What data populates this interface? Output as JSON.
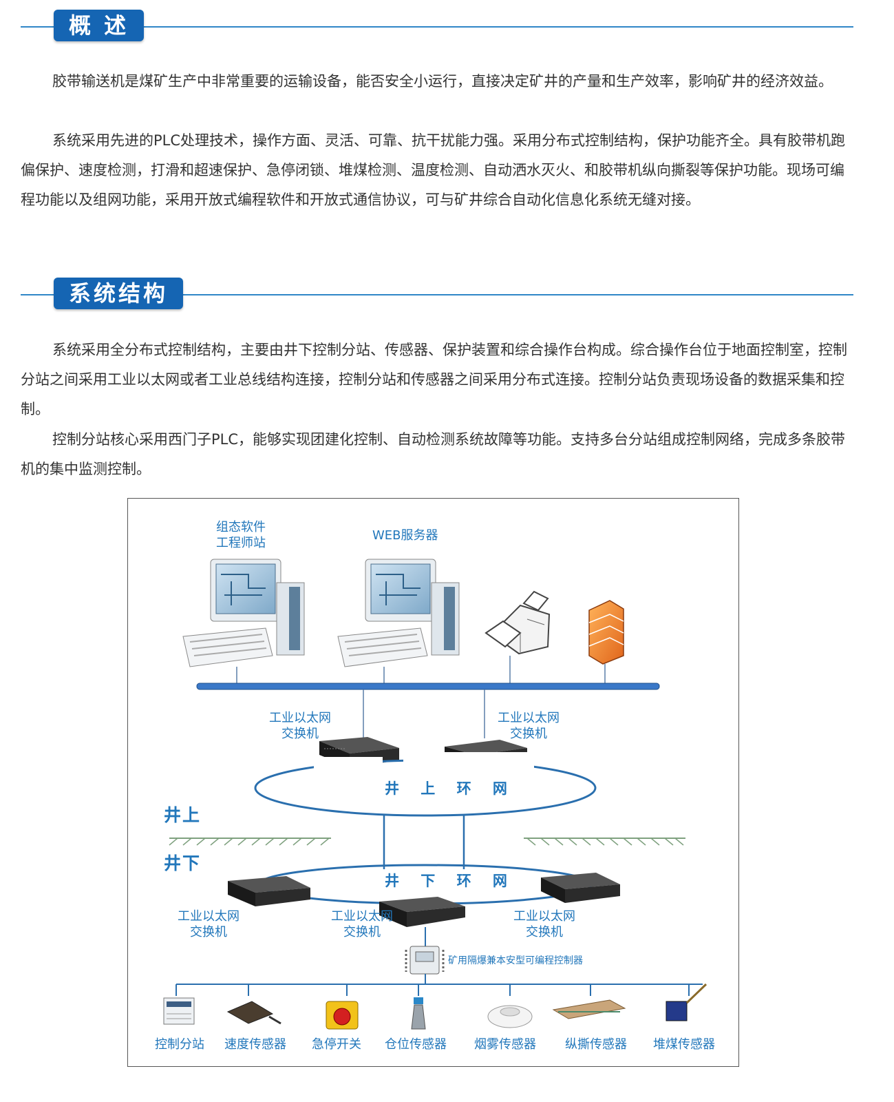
{
  "sections": {
    "overview": {
      "title": "概 述",
      "p1": "胶带输送机是煤矿生产中非常重要的运输设备，能否安全小运行，直接决定矿井的产量和生产效率，影响矿井的经济效益。",
      "p2": "系统采用先进的PLC处理技术，操作方面、灵活、可靠、抗干扰能力强。采用分布式控制结构，保护功能齐全。具有胶带机跑偏保护、速度检测，打滑和超速保护、急停闭锁、堆煤检测、温度检测、自动洒水灭火、和胶带机纵向撕裂等保护功能。现场可编程功能以及组网功能，采用开放式编程软件和开放式通信协议，可与矿井综合自动化信息化系统无缝对接。"
    },
    "structure": {
      "title": "系统结构",
      "p1": "系统采用全分布式控制结构，主要由井下控制分站、传感器、保护装置和综合操作台构成。综合操作台位于地面控制室，控制分站之间采用工业以太网或者工业总线结构连接，控制分站和传感器之间采用分布式连接。控制分站负责现场设备的数据采集和控制。",
      "p2": "控制分站核心采用西门子PLC，能够实现团建化控制、自动检测系统故障等功能。支持多台分站组成控制网络，完成多条胶带机的集中监测控制。"
    }
  },
  "diagram": {
    "engineer_station": {
      "line1": "组态软件",
      "line2": "工程师站"
    },
    "web_server": "WEB服务器",
    "switch_top_left": {
      "line1": "工业以太网",
      "line2": "交换机"
    },
    "switch_top_right": {
      "line1": "工业以太网",
      "line2": "交换机"
    },
    "ring_up": "井 上 环 网",
    "ring_down": "井 下 环 网",
    "zone_up": "井上",
    "zone_down": "井下",
    "switch_bot_left": {
      "line1": "工业以太网",
      "line2": "交换机"
    },
    "switch_bot_mid": {
      "line1": "工业以太网",
      "line2": "交换机"
    },
    "switch_bot_right": {
      "line1": "工业以太网",
      "line2": "交换机"
    },
    "controller": "矿用隔爆兼本安型可编程控制器",
    "sensors": [
      "控制分站",
      "速度传感器",
      "急停开关",
      "仓位传感器",
      "烟雾传感器",
      "纵撕传感器",
      "堆煤传感器"
    ],
    "icons": [
      "computer-icon",
      "computer-icon",
      "printer-icon",
      "firewall-icon",
      "switch-icon",
      "controller-icon",
      "plc-icon",
      "speed-sensor-icon",
      "emergency-stop-icon",
      "level-sensor-icon",
      "smoke-sensor-icon",
      "tear-sensor-icon",
      "coal-sensor-icon"
    ],
    "accent_color": "#2277bb",
    "bus_color": "#3a78c8"
  }
}
